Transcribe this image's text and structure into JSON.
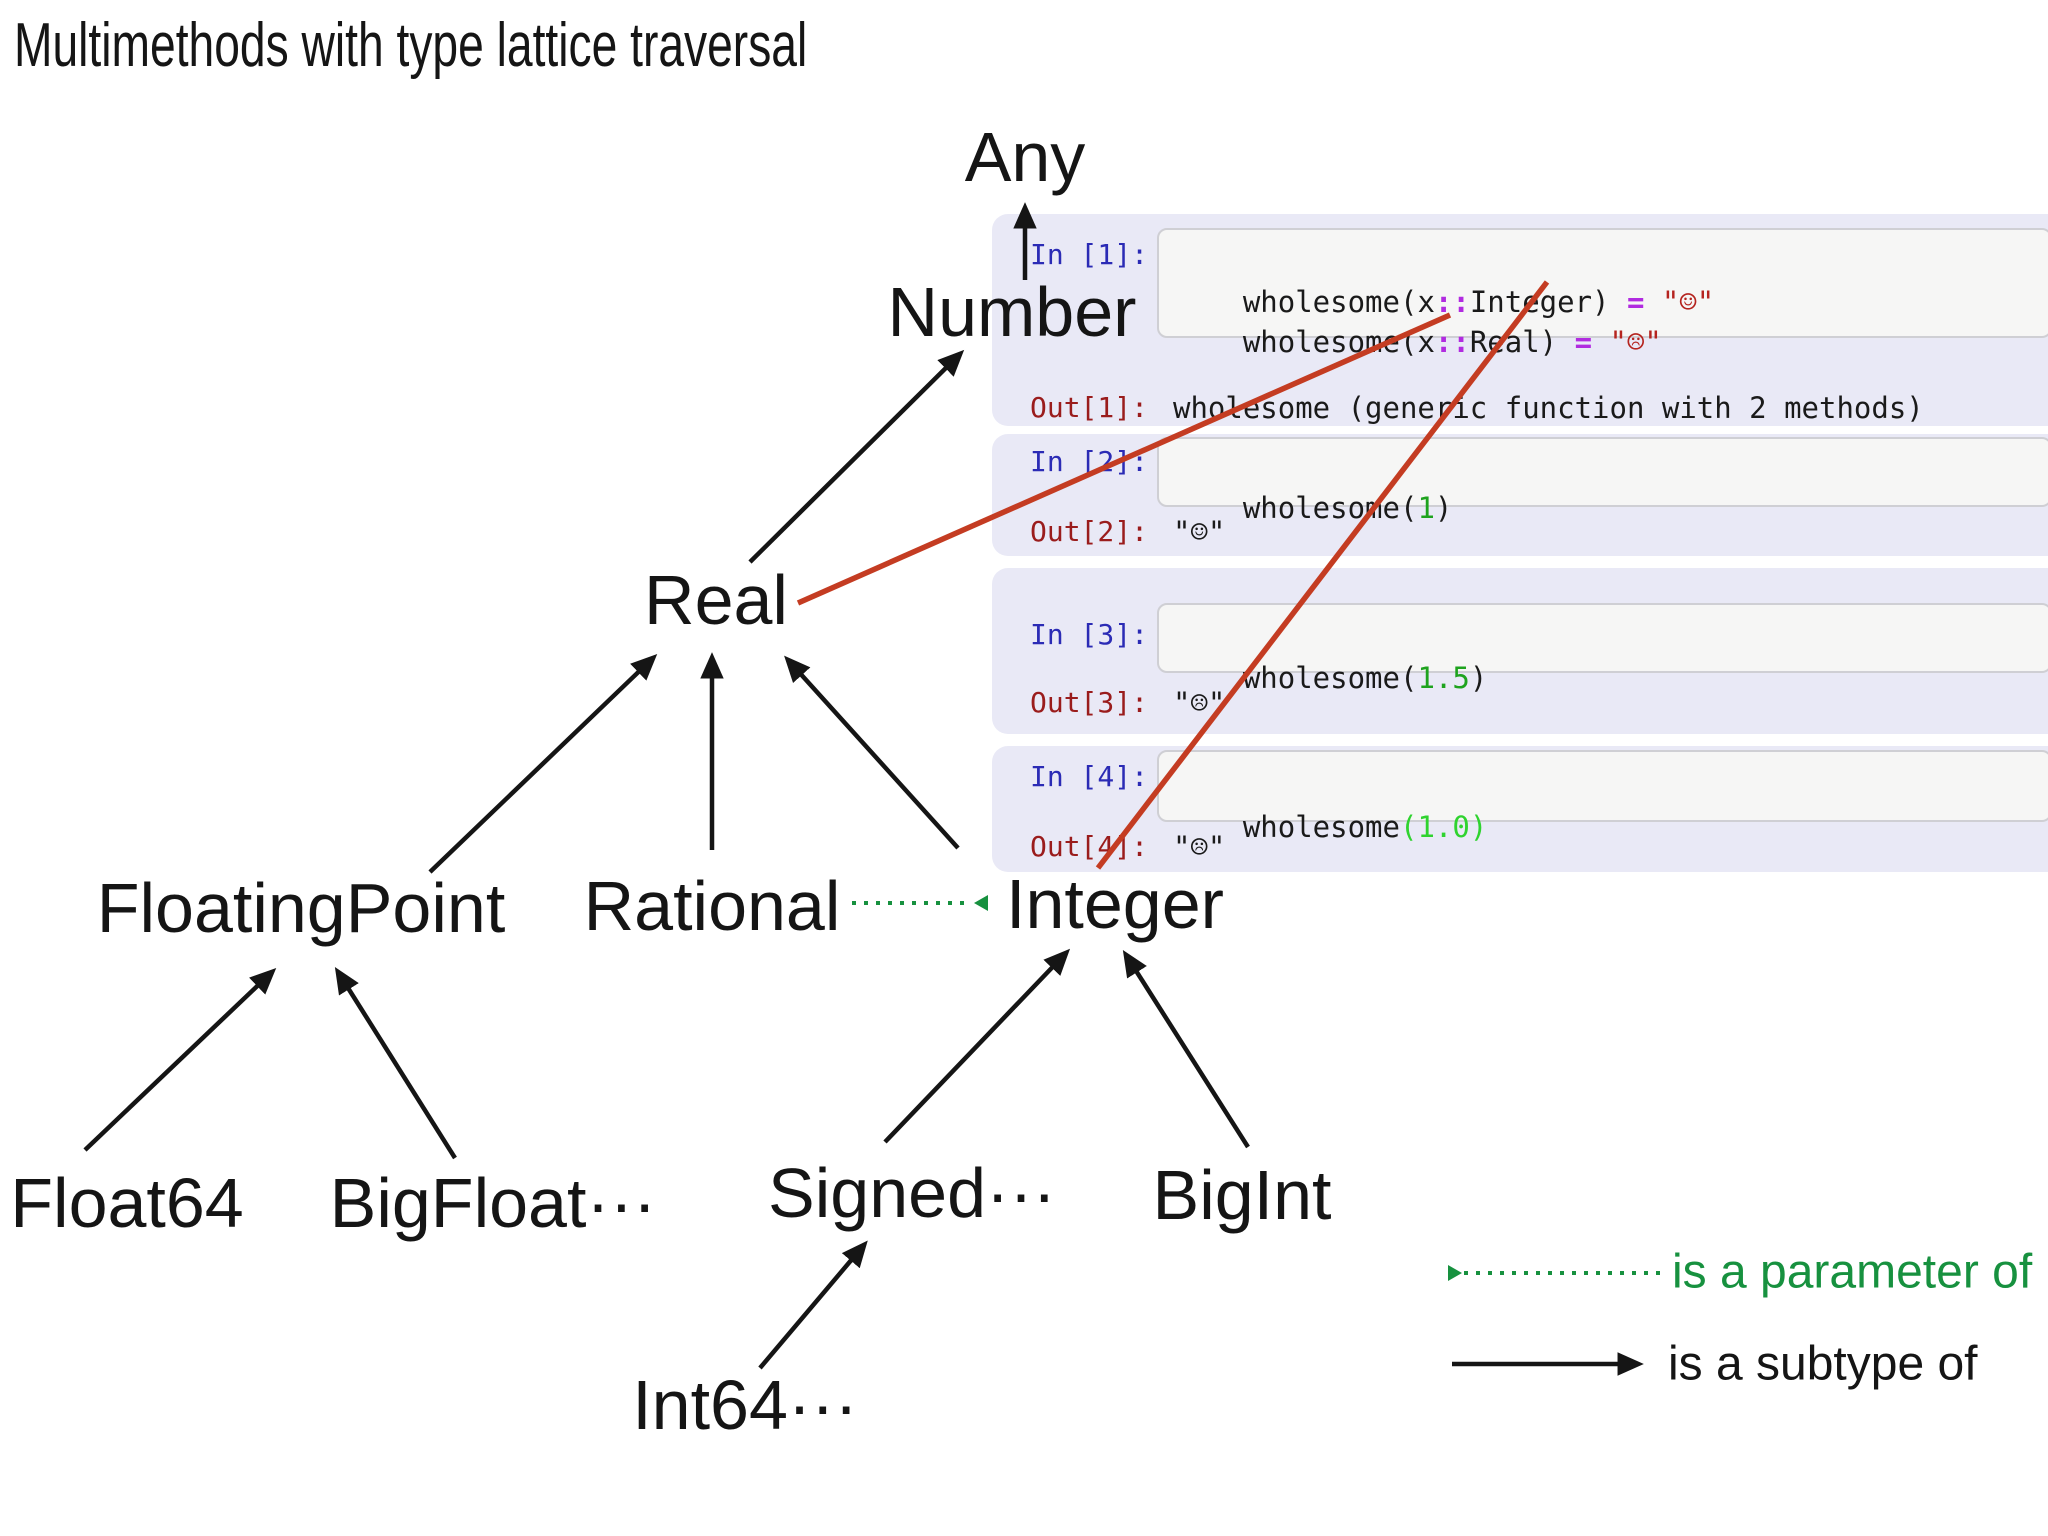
{
  "title": "Multimethods with type lattice traversal",
  "colors": {
    "bg": "#ffffff",
    "ink": "#151515",
    "panel": "#e9e9f6",
    "box-bg": "#f6f6f5",
    "box-border": "#cfcfd4",
    "in-label": "#2b2bb5",
    "out-label": "#9a1c1c",
    "operator": "#b12be0",
    "string": "#b5241f",
    "number": "#1ea31e",
    "number-active": "#2fd32f",
    "annotation": "#c43c22",
    "legend-green": "#17913f"
  },
  "lattice": {
    "nodes": [
      {
        "id": "any",
        "label": "Any"
      },
      {
        "id": "number",
        "label": "Number"
      },
      {
        "id": "real",
        "label": "Real"
      },
      {
        "id": "floatingpoint",
        "label": "FloatingPoint"
      },
      {
        "id": "rational",
        "label": "Rational"
      },
      {
        "id": "integer",
        "label": "Integer"
      },
      {
        "id": "float64",
        "label": "Float64"
      },
      {
        "id": "bigfloat",
        "label": "BigFloat···"
      },
      {
        "id": "signed",
        "label": "Signed···"
      },
      {
        "id": "bigint",
        "label": "BigInt"
      },
      {
        "id": "int64",
        "label": "Int64···"
      }
    ],
    "edges": [
      {
        "from": "Number",
        "to": "Any",
        "kind": "subtype"
      },
      {
        "from": "Real",
        "to": "Number",
        "kind": "subtype"
      },
      {
        "from": "FloatingPoint",
        "to": "Real",
        "kind": "subtype"
      },
      {
        "from": "Rational",
        "to": "Real",
        "kind": "subtype"
      },
      {
        "from": "Integer",
        "to": "Real",
        "kind": "subtype"
      },
      {
        "from": "Float64",
        "to": "FloatingPoint",
        "kind": "subtype"
      },
      {
        "from": "BigFloat",
        "to": "FloatingPoint",
        "kind": "subtype"
      },
      {
        "from": "Signed",
        "to": "Integer",
        "kind": "subtype"
      },
      {
        "from": "BigInt",
        "to": "Integer",
        "kind": "subtype"
      },
      {
        "from": "Int64",
        "to": "Signed",
        "kind": "subtype"
      },
      {
        "from": "Integer",
        "to": "Rational",
        "kind": "parameter"
      }
    ]
  },
  "notebook": {
    "cells": [
      {
        "in_label": "In [1]:",
        "out_label": "Out[1]:",
        "lines": [
          {
            "tokens": [
              "wholesome(x",
              "::",
              "Integer) ",
              "= ",
              "\"☺\""
            ]
          },
          {
            "tokens": [
              "wholesome(x",
              "::",
              "Real) ",
              "= ",
              "\"☹\""
            ]
          }
        ],
        "out_value": "wholesome (generic function with 2 methods)"
      },
      {
        "in_label": "In [2]:",
        "out_label": "Out[2]:",
        "lines": [
          {
            "tokens": [
              "wholesome(",
              "1",
              ")"
            ]
          }
        ],
        "out_value": "\"☺\""
      },
      {
        "in_label": "In [3]:",
        "out_label": "Out[3]:",
        "lines": [
          {
            "tokens": [
              "wholesome(",
              "1.5",
              ")"
            ]
          }
        ],
        "out_value": "\"☹\""
      },
      {
        "in_label": "In [4]:",
        "out_label": "Out[4]:",
        "lines": [
          {
            "tokens": [
              "wholesome",
              "(1.0)"
            ]
          }
        ],
        "out_value": "\"☹\""
      }
    ]
  },
  "legend": {
    "parameter_label": "is a parameter of",
    "subtype_label": "is a subtype of"
  }
}
